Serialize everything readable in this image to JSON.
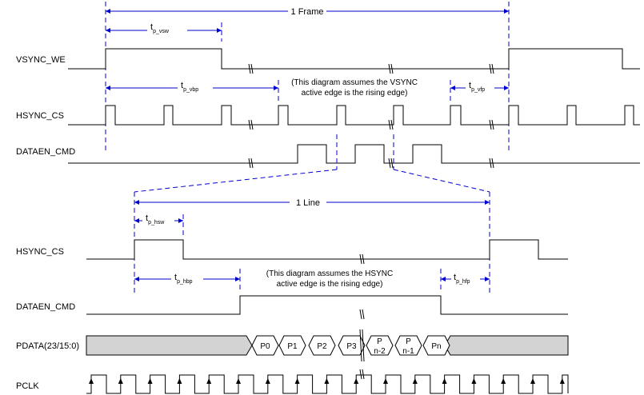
{
  "frame": {
    "signals": {
      "vsync": "VSYNC_WE",
      "hsync": "HSYNC_CS",
      "dataen": "DATAEN_CMD"
    },
    "span_label": "1 Frame",
    "t_vsw": {
      "base": "t",
      "sub": "p_vsw"
    },
    "t_vbp": {
      "base": "t",
      "sub": "p_vbp"
    },
    "t_vfp": {
      "base": "t",
      "sub": "p_vfp"
    },
    "note": [
      "(This diagram assumes the VSYNC",
      "active edge is the rising edge)"
    ]
  },
  "line": {
    "signals": {
      "hsync": "HSYNC_CS",
      "dataen": "DATAEN_CMD",
      "pdata": "PDATA(23/15:0)",
      "pclk": "PCLK"
    },
    "span_label": "1 Line",
    "t_hsw": {
      "base": "t",
      "sub": "p_hsw"
    },
    "t_hbp": {
      "base": "t",
      "sub": "p_hbp"
    },
    "t_hfp": {
      "base": "t",
      "sub": "p_hfp"
    },
    "note": [
      "(This diagram assumes the HSYNC",
      "active edge is the rising edge)"
    ],
    "pixels": [
      "P0",
      "P1",
      "P2",
      "P3"
    ],
    "pixel_n2": [
      "P",
      "n-2"
    ],
    "pixel_n1": [
      "P",
      "n-1"
    ],
    "pixel_last": "Pn"
  },
  "colors": {
    "arrow": "#0000cc",
    "wave": "#000000",
    "bus_fill": "#d3d3d3"
  }
}
